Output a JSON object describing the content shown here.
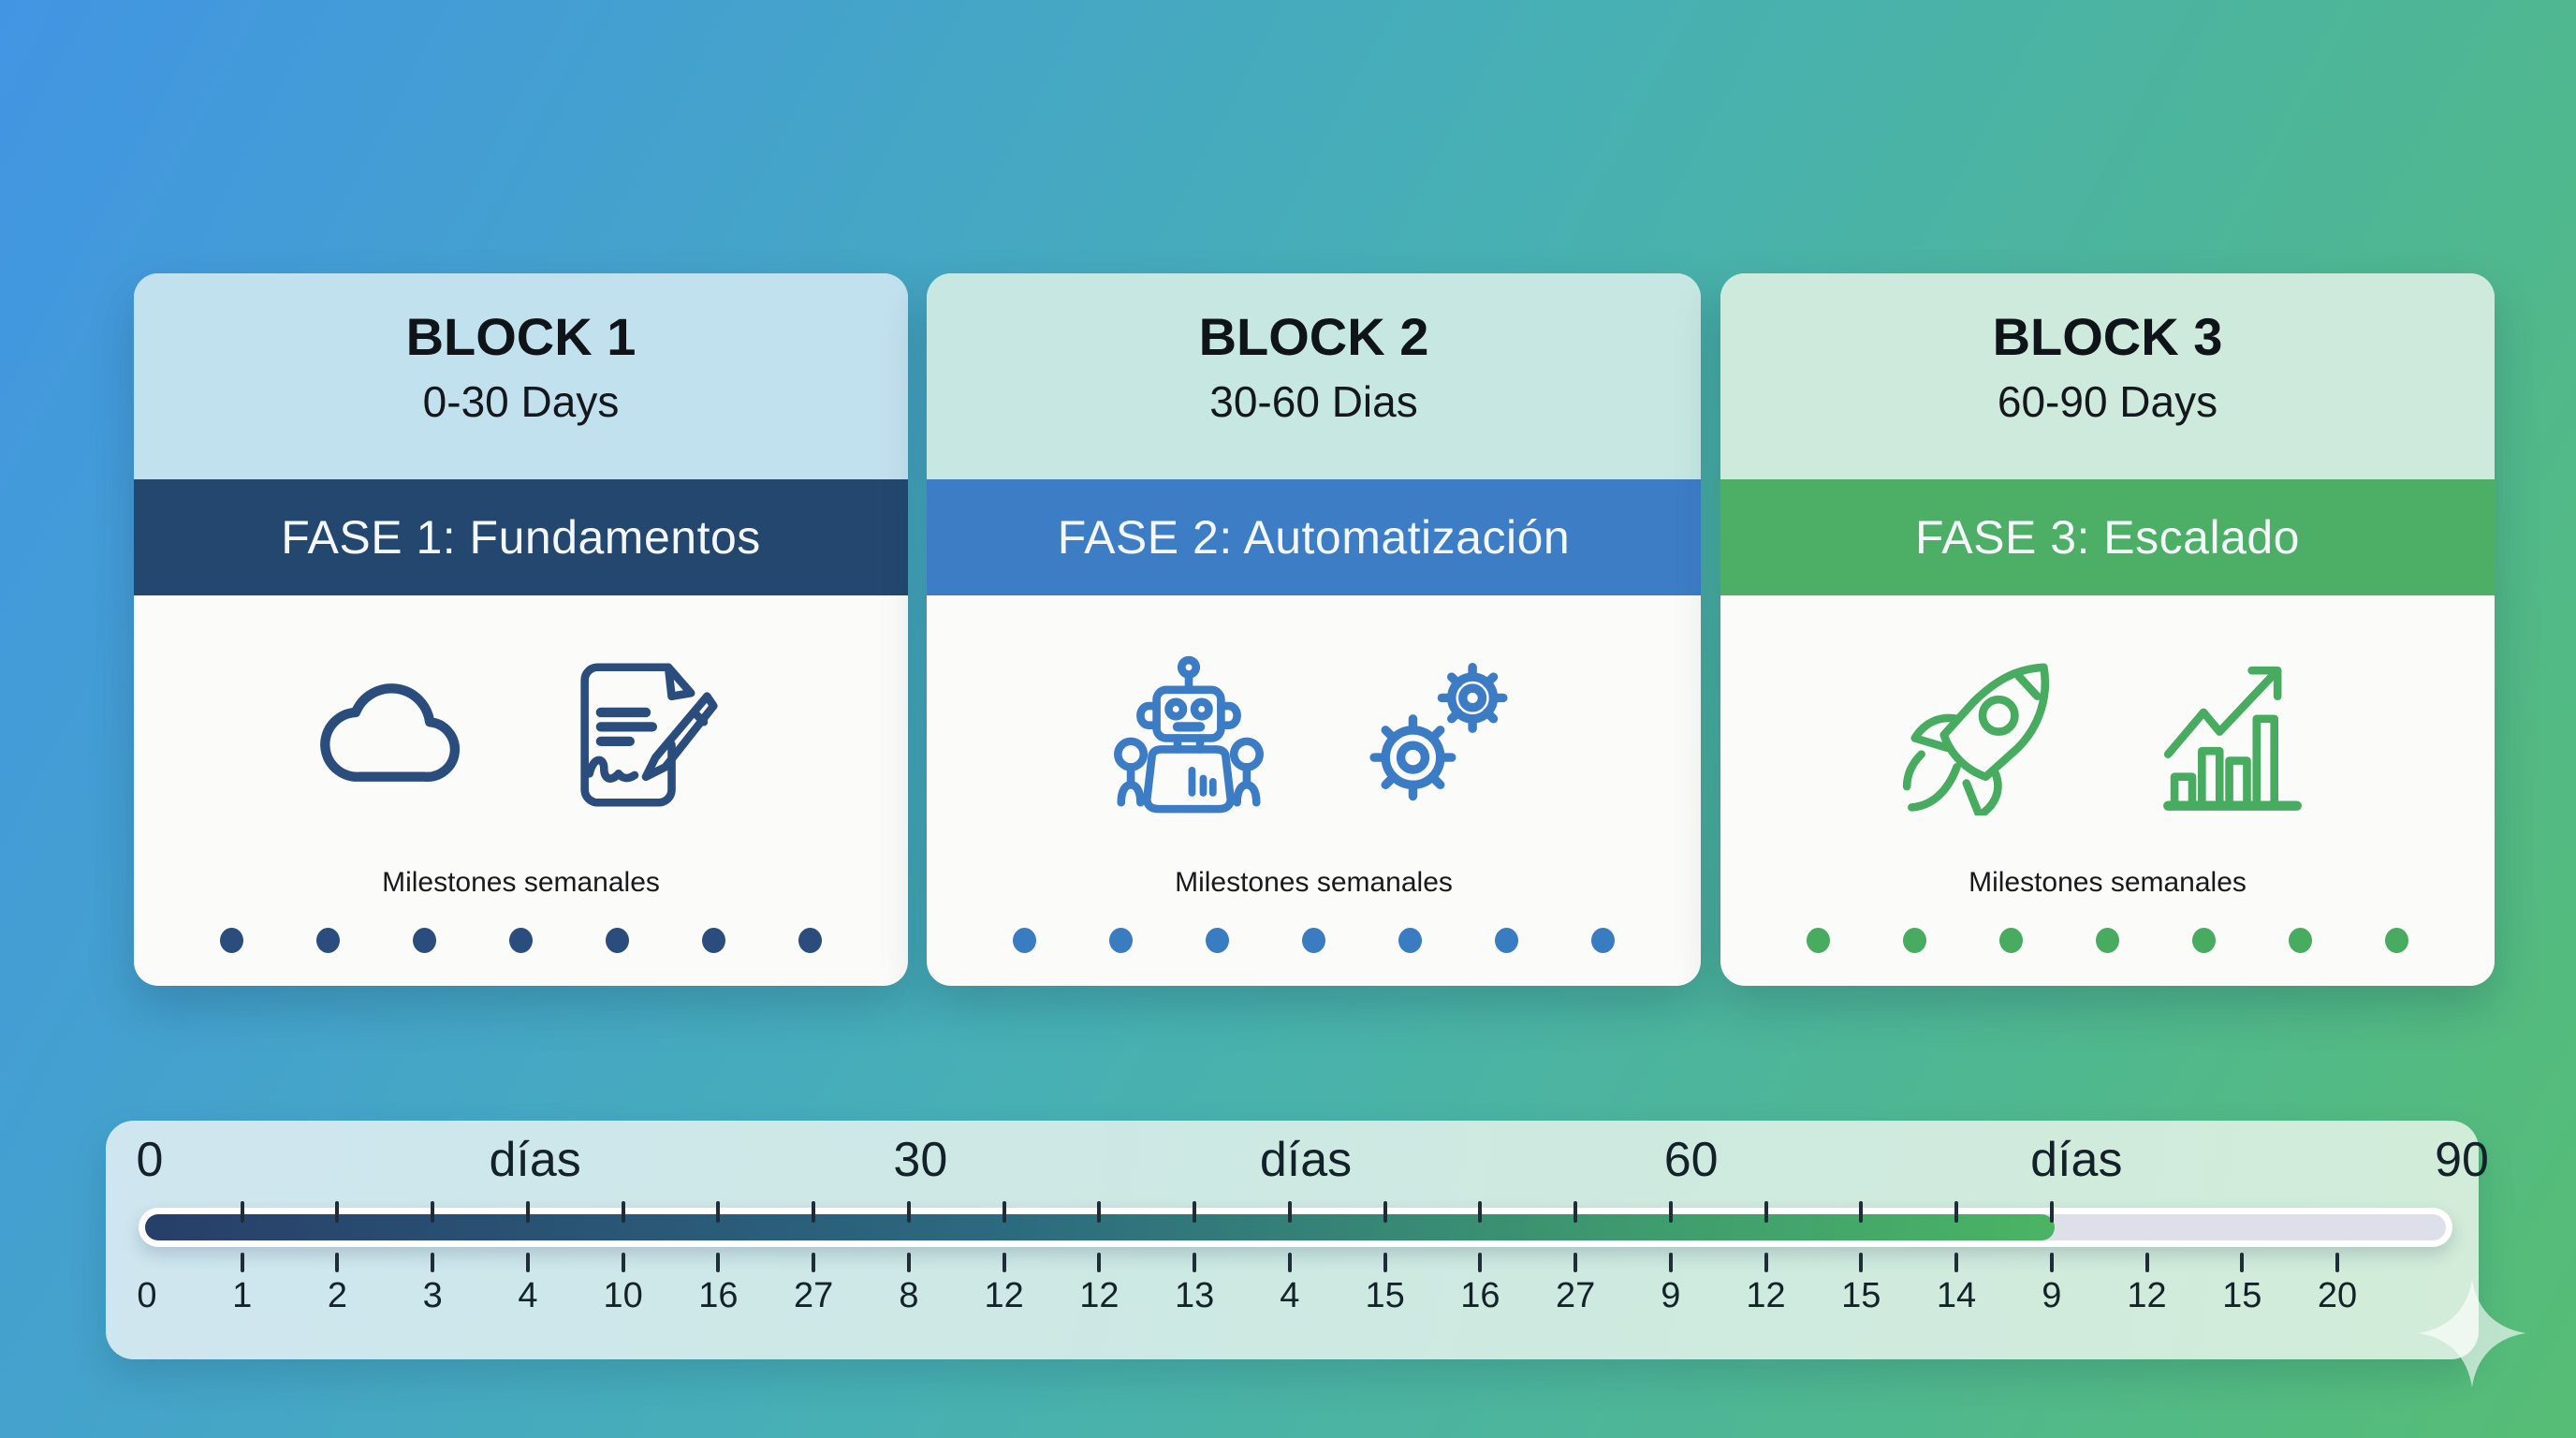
{
  "blocks": [
    {
      "title": "BLOCK 1",
      "subtitle": "0-30 Days",
      "phase": "FASE 1: Fundamentos",
      "milestones_label": "Milestones semanales",
      "dots": 7,
      "icons": [
        "cloud-icon",
        "contract-signing-icon"
      ],
      "colors": {
        "top_bg": "#c2e1ef",
        "phase_bg": "#24476f",
        "icon": "#2a4d7d",
        "dot": "#2a4d7d"
      }
    },
    {
      "title": "BLOCK 2",
      "subtitle": "30-60 Dias",
      "phase": "FASE 2: Automatización",
      "milestones_label": "Milestones semanales",
      "dots": 7,
      "icons": [
        "robot-icon",
        "gears-icon"
      ],
      "colors": {
        "top_bg": "#c7e7e3",
        "phase_bg": "#3d7dc5",
        "icon": "#3c7cc4",
        "dot": "#3a7cc2"
      }
    },
    {
      "title": "BLOCK 3",
      "subtitle": "60-90 Days",
      "phase": "FASE 3: Escalado",
      "milestones_label": "Milestones semanales",
      "dots": 7,
      "icons": [
        "rocket-icon",
        "growth-chart-icon"
      ],
      "colors": {
        "top_bg": "#cdeadd",
        "phase_bg": "#4dae66",
        "icon": "#47ab60",
        "dot": "#47ab60"
      }
    }
  ],
  "timeline": {
    "axis_labels": [
      "0",
      "días",
      "30",
      "días",
      "60",
      "días",
      "90"
    ],
    "tick_values": [
      "0",
      "1",
      "2",
      "3",
      "4",
      "10",
      "16",
      "27",
      "8",
      "12",
      "12",
      "13",
      "4",
      "15",
      "16",
      "27",
      "9",
      "12",
      "15",
      "14",
      "9",
      "12",
      "15",
      "20"
    ],
    "upper_ticks_through_index": 20,
    "progress_percent": 83,
    "track_fill_gradient": [
      "#273f69",
      "#2c6a7f",
      "#3f9e6d",
      "#4ab463"
    ],
    "track_empty_color": "#dee0e9"
  },
  "background": {
    "gradient": [
      "#4295e3",
      "#47b0b4",
      "#56bd75"
    ]
  },
  "decoration": {
    "sparkle_color": "rgba(255,255,255,0.62)"
  }
}
